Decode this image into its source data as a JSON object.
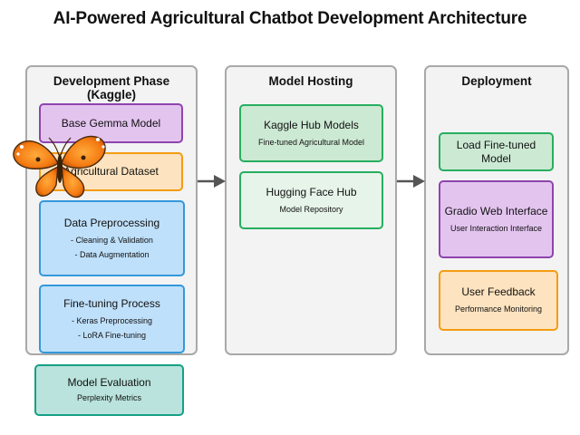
{
  "title": "AI-Powered Agricultural Chatbot Development Architecture",
  "colors": {
    "panel_bg": "#f3f3f3",
    "panel_border": "#a9a9a9",
    "purple": "#8e44ad",
    "orange": "#f39c12",
    "blue": "#3498db",
    "green": "#27ae60",
    "teal": "#16a085",
    "arrow": "#555555"
  },
  "development": {
    "title": "Development Phase (Kaggle)",
    "base_model": "Base Gemma Model",
    "dataset": "Agricultural Dataset",
    "preprocessing": {
      "title": "Data Preprocessing",
      "items": [
        "- Cleaning & Validation",
        "- Data Augmentation"
      ]
    },
    "finetuning": {
      "title": "Fine-tuning Process",
      "items": [
        "- Keras Preprocessing",
        "- LoRA Fine-tuning"
      ]
    }
  },
  "evaluation": {
    "title": "Model Evaluation",
    "sub": "Perplexity Metrics"
  },
  "hosting": {
    "title": "Model Hosting",
    "kaggle": {
      "title": "Kaggle Hub Models",
      "sub": "Fine-tuned Agricultural Model"
    },
    "hf": {
      "title": "Hugging Face Hub",
      "sub": "Model Repository"
    }
  },
  "deployment": {
    "title": "Deployment",
    "load": "Load Fine-tuned Model",
    "gradio": {
      "title": "Gradio Web Interface",
      "sub": "User Interaction Interface"
    },
    "feedback": {
      "title": "User Feedback",
      "sub": "Performance Monitoring"
    }
  },
  "decoration": {
    "butterfly": "butterfly-icon"
  }
}
